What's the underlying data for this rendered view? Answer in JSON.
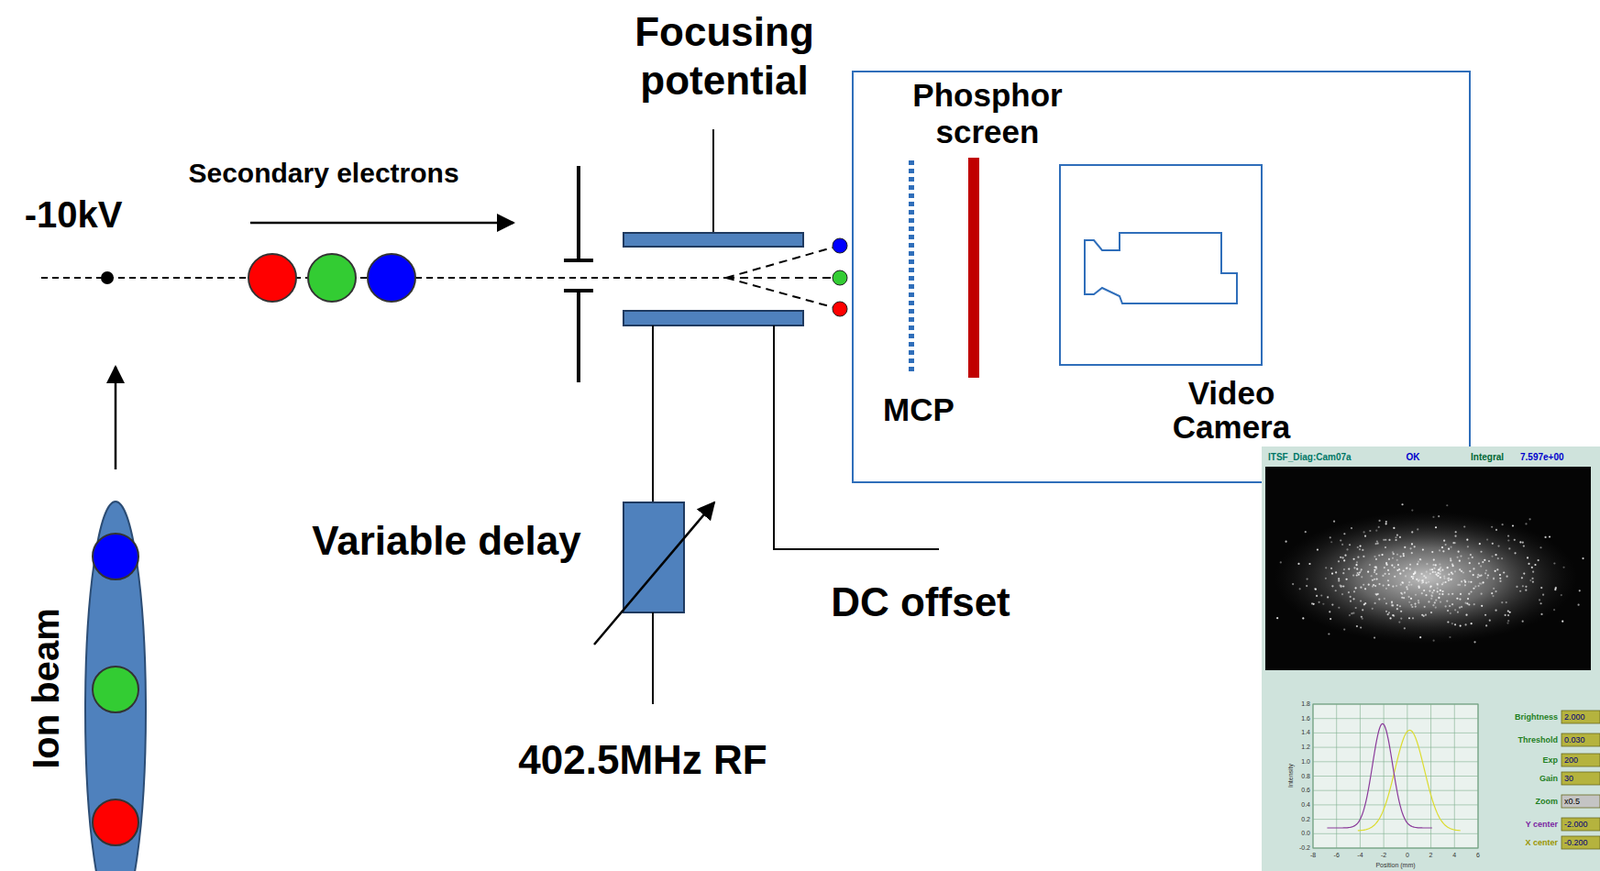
{
  "diagram": {
    "labels": [
      "Focusing potential",
      "Secondary electrons",
      "-10kV",
      "Phosphor screen",
      "MCP",
      "Video Camera",
      "Variable delay",
      "DC offset",
      "402.5MHz RF",
      "Ion beam",
      "ITSF_Diag:Cam07a",
      "OK",
      "Integral",
      "7.597e+00",
      "1.8",
      "1.6",
      "1.4",
      "1.2",
      "1.0",
      "0.8",
      "0.6",
      "0.4",
      "0.2",
      "0.0",
      "-0.2",
      "-8",
      "-6",
      "-4",
      "-2",
      "0",
      "2",
      "4",
      "6",
      "Intensity",
      "Position (mm)",
      "Brightness",
      "2.000",
      "Threshold",
      "0.030",
      "Exp",
      "200",
      "Gain",
      "30",
      "Zoom",
      "x0.5",
      "Y center",
      "-2.000",
      "X center",
      "-0.200"
    ]
  }
}
